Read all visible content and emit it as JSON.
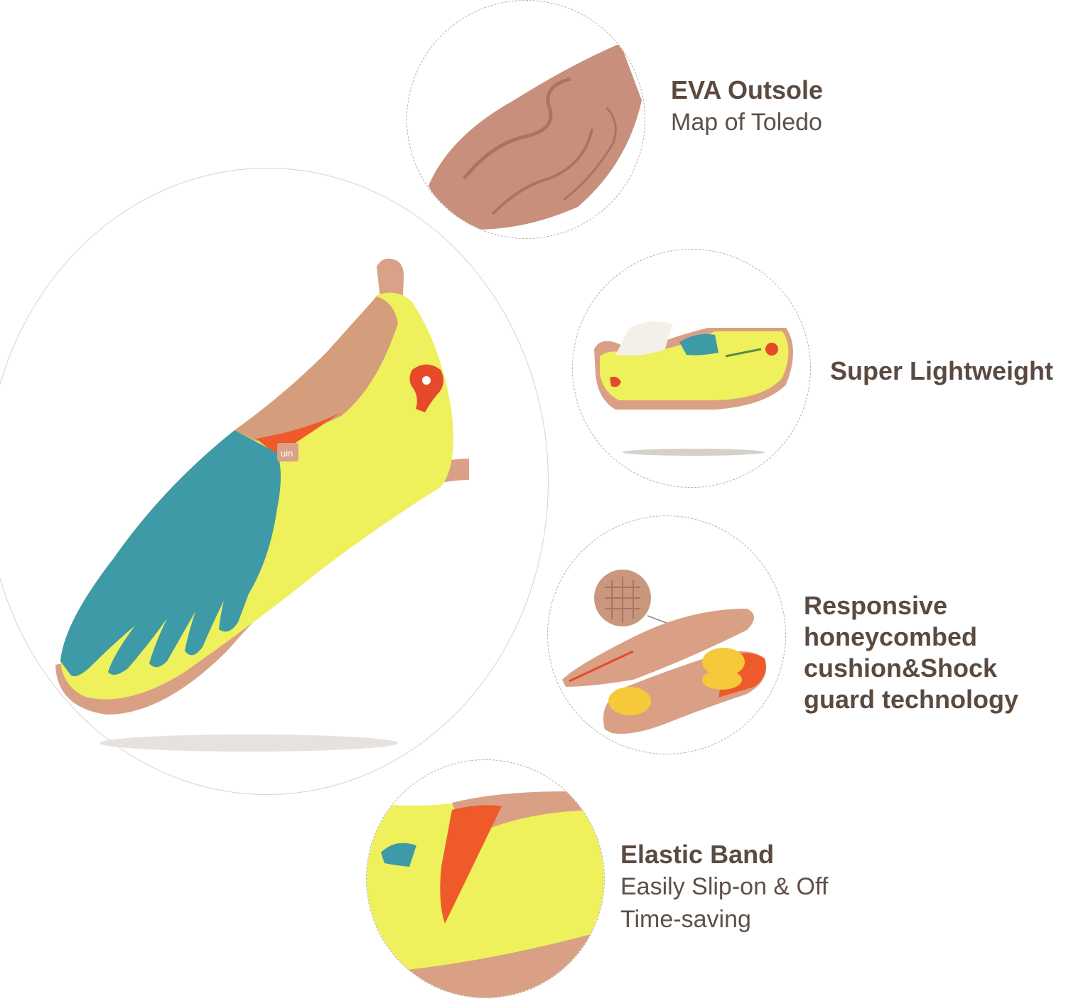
{
  "main_shoe": {
    "brand_tag": "uin"
  },
  "features": [
    {
      "title": "EVA Outsole",
      "lines": [
        "Map of Toledo"
      ]
    },
    {
      "title": "Super Lightweight",
      "lines": []
    },
    {
      "title": "Responsive honeycombed cushion&Shock guard technology",
      "title_lines": [
        "Responsive",
        "honeycombed",
        "cushion&Shock",
        "guard technology"
      ],
      "lines": []
    },
    {
      "title": "Elastic Band",
      "lines": [
        "Easily Slip-on & Off",
        "Time-saving"
      ]
    }
  ],
  "colors": {
    "yellow": "#eef05a",
    "teal": "#3e9aa6",
    "sole": "#d7a084",
    "orange": "#ef5a2a",
    "text": "#5a4a40"
  }
}
